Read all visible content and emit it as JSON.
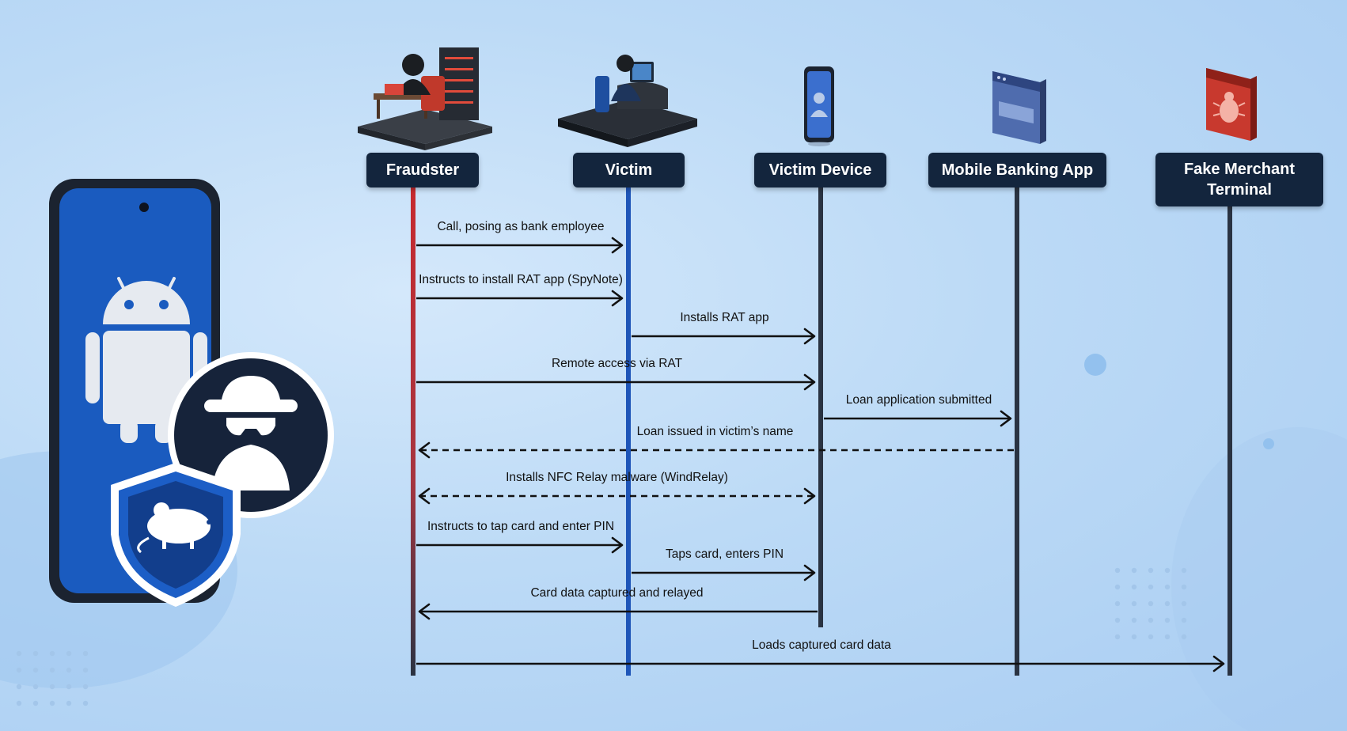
{
  "actors": [
    {
      "id": "fraudster",
      "label": "Fraudster",
      "icon": "hacker-desk-icon",
      "color": "#b7323a"
    },
    {
      "id": "victim",
      "label": "Victim",
      "icon": "office-worker-desk-icon",
      "color": "#1e55b8"
    },
    {
      "id": "device",
      "label": "Victim Device",
      "icon": "smartphone-user-icon",
      "color": "#2a3342"
    },
    {
      "id": "bankapp",
      "label": "Mobile Banking App",
      "icon": "bank-app-window-icon",
      "color": "#2a3342"
    },
    {
      "id": "terminal",
      "label": "Fake Merchant Terminal",
      "icon": "malware-bug-window-icon",
      "color": "#2a3342"
    }
  ],
  "messages": [
    {
      "label": "Call, posing as bank employee",
      "from": "fraudster",
      "to": "victim",
      "style": "solid"
    },
    {
      "label": "Instructs to install RAT app (SpyNote)",
      "from": "fraudster",
      "to": "victim",
      "style": "solid"
    },
    {
      "label": "Installs RAT app",
      "from": "victim",
      "to": "device",
      "style": "solid"
    },
    {
      "label": "Remote access via RAT",
      "from": "fraudster",
      "to": "device",
      "style": "solid"
    },
    {
      "label": "Loan application submitted",
      "from": "device",
      "to": "bankapp",
      "style": "solid"
    },
    {
      "label": "Loan issued in victim’s name",
      "from": "bankapp",
      "to": "fraudster",
      "style": "dashed"
    },
    {
      "label": "Installs NFC Relay malware (WindRelay)",
      "from": "fraudster",
      "to": "device",
      "style": "dashed-both"
    },
    {
      "label": "Instructs to tap card and enter PIN",
      "from": "fraudster",
      "to": "victim",
      "style": "solid"
    },
    {
      "label": "Taps card, enters PIN",
      "from": "victim",
      "to": "device",
      "style": "solid"
    },
    {
      "label": "Card data captured and relayed",
      "from": "device",
      "to": "fraudster",
      "style": "solid"
    },
    {
      "label": "Loads captured card data",
      "from": "fraudster",
      "to": "terminal",
      "style": "solid"
    }
  ],
  "illustration": {
    "phone_icon": "android-phone-icon",
    "robot_icon": "android-robot-icon",
    "spy_icon": "spy-hat-glasses-icon",
    "shield_icon": "rat-shield-icon"
  }
}
